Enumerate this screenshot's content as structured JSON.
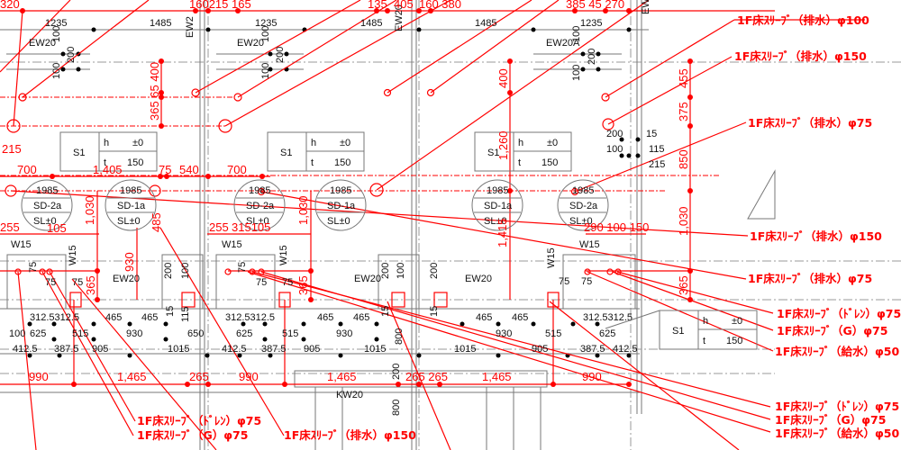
{
  "title": "1F floor sleeve plan",
  "top_dims_black": [
    "1235",
    "1485",
    "1235",
    "1485",
    "1485",
    "1235"
  ],
  "wall_tags": [
    "EW20",
    "EW20",
    "EW20A",
    "EW2",
    "EW20",
    "EW2",
    "EW20",
    "EW20",
    "EW20",
    "W15",
    "W15",
    "W15",
    "W15",
    "W15",
    "W15",
    "KW20"
  ],
  "top_dims_red": [
    "320",
    "160215 165",
    "135",
    "405",
    "160 380",
    "385 45 270"
  ],
  "red_vertical": [
    "365 65 400",
    "400",
    "1,260",
    "455",
    "375",
    "850",
    "1,030",
    "1,030",
    "1,415",
    "1,030",
    "930",
    "485",
    "365",
    "365",
    "365"
  ],
  "red_horizontal": [
    "215",
    "700",
    "1,405",
    "75",
    "540",
    "700",
    "255",
    "105",
    "255",
    "315105",
    "290 100 150"
  ],
  "red_bottom": [
    "990",
    "1,465",
    "265",
    "990",
    "1,465",
    "265 265",
    "1,465",
    "990"
  ],
  "black_small": [
    "100",
    "200",
    "100",
    "100",
    "200",
    "100",
    "100",
    "200",
    "100",
    "200",
    "15",
    "100",
    "115",
    "215",
    "75",
    "75",
    "75",
    "75",
    "75",
    "75",
    "75",
    "75",
    "200",
    "100",
    "200",
    "100",
    "200",
    "15",
    "115",
    "15",
    "15",
    "800",
    "200",
    "800"
  ],
  "slabs": [
    {
      "name": "S1",
      "h_label": "h",
      "h_value": "±0",
      "t_label": "t",
      "t_value": "150"
    },
    {
      "name": "S1",
      "h_label": "h",
      "h_value": "±0",
      "t_label": "t",
      "t_value": "150"
    },
    {
      "name": "S1",
      "h_label": "h",
      "h_value": "±0",
      "t_label": "t",
      "t_value": "150"
    },
    {
      "name": "S1",
      "h_label": "h",
      "h_value": "±0",
      "t_label": "t",
      "t_value": "150"
    }
  ],
  "sd_tags": [
    {
      "w": "1985",
      "code": "SD-2a",
      "level": "SL±0"
    },
    {
      "w": "1985",
      "code": "SD-1a",
      "level": "SL±0"
    },
    {
      "w": "1985",
      "code": "SD-2a",
      "level": "SL±0"
    },
    {
      "w": "1985",
      "code": "SD-1a",
      "level": "SL±0"
    },
    {
      "w": "1985",
      "code": "SD-1a",
      "level": "SL±0"
    },
    {
      "w": "1985",
      "code": "SD-2a",
      "level": "SL±0"
    }
  ],
  "row1": [
    "312.5312.5",
    "465",
    "465",
    "312.5312.5",
    "465",
    "465",
    "465",
    "465",
    "312.5312.5"
  ],
  "row2": [
    "100",
    "625",
    "515",
    "930",
    "650",
    "625",
    "515",
    "930",
    "515",
    "930",
    "625"
  ],
  "row3": [
    "412.5",
    "387.5",
    "905",
    "1015",
    "412.5",
    "387.5",
    "905",
    "1015",
    "1015",
    "905",
    "387.5",
    "412.5"
  ],
  "callouts": [
    "1F床ｽﾘｰﾌﾞ（排水）φ100",
    "1F床ｽﾘｰﾌﾞ（排水）φ150",
    "1F床ｽﾘｰﾌﾞ（排水）φ75",
    "1F床ｽﾘｰﾌﾞ（排水）φ150",
    "1F床ｽﾘｰﾌﾞ（排水）φ75",
    "1F床ｽﾘｰﾌﾞ（ﾄﾞﾚﾝ）φ75",
    "1F床ｽﾘｰﾌﾞ（G）φ75",
    "1F床ｽﾘｰﾌﾞ（給水）φ50",
    "1F床ｽﾘｰﾌﾞ（ﾄﾞﾚﾝ）φ75",
    "1F床ｽﾘｰﾌﾞ（G）φ75",
    "1F床ｽﾘｰﾌﾞ（給水）φ50",
    "1F床ｽﾘｰﾌﾞ（ﾄﾞﾚﾝ）φ75",
    "1F床ｽﾘｰﾌﾞ（G）φ75",
    "1F床ｽﾘｰﾌﾞ（排水）φ150"
  ],
  "colors": {
    "markup": "#ff0000",
    "linework": "#777777",
    "text": "#111111"
  }
}
